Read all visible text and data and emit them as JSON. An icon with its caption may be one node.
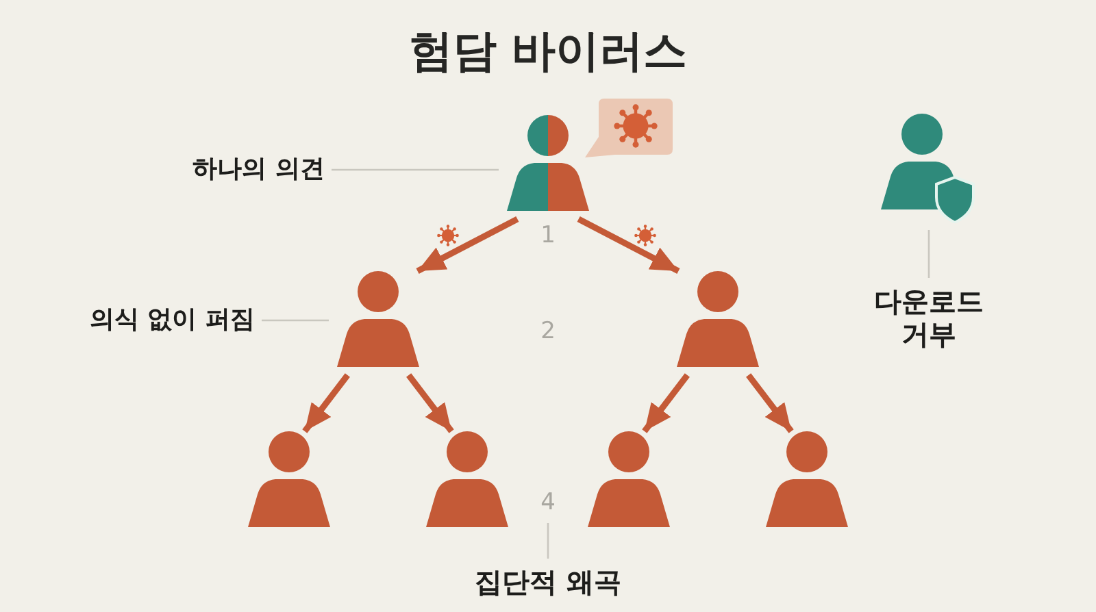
{
  "diagram": {
    "title": "험담 바이러스",
    "nodes": [
      {
        "text": [
          "하나의 의견"
        ]
      },
      {
        "text": [],
        "shape": "person"
      },
      {
        "text": [],
        "shape": "person"
      },
      {
        "text": [
          "의식 없이 퍼짐"
        ]
      },
      {
        "text": [],
        "shape": "person"
      },
      {
        "text": [],
        "shape": "person"
      },
      {
        "text": [
          "다운로드 거부"
        ]
      },
      {
        "text": [],
        "shape": "person"
      },
      {
        "text": [],
        "shape": "person"
      },
      {
        "text": [],
        "shape": "person"
      },
      {
        "text": [],
        "shape": "person"
      },
      {
        "text": [
          "4"
        ]
      },
      {
        "text": [
          "집단적 왜곡"
        ]
      }
    ],
    "edges": [
      {
        "from": 0,
        "to": 1,
        "arrow": "none",
        "color": "#c9c7bf"
      },
      {
        "from": 1,
        "to": 4,
        "arrow": "to"
      },
      {
        "from": 1,
        "to": 5,
        "arrow": "to"
      },
      {
        "from": 3,
        "to": 4,
        "arrow": "none",
        "color": "#c9c7bf"
      },
      {
        "from": 6,
        "to": 2,
        "arrow": "none",
        "color": "#c9c7bf"
      },
      {
        "from": 4,
        "to": 7,
        "arrow": "to"
      },
      {
        "from": 4,
        "to": 8,
        "arrow": "to"
      },
      {
        "from": 5,
        "to": 9,
        "arrow": "to"
      },
      {
        "from": 5,
        "to": 10,
        "arrow": "to"
      },
      {
        "from": 12,
        "to": 11,
        "arrow": "none",
        "color": "#c9c7bf"
      }
    ],
    "labels": [
      "1",
      "2"
    ]
  }
}
